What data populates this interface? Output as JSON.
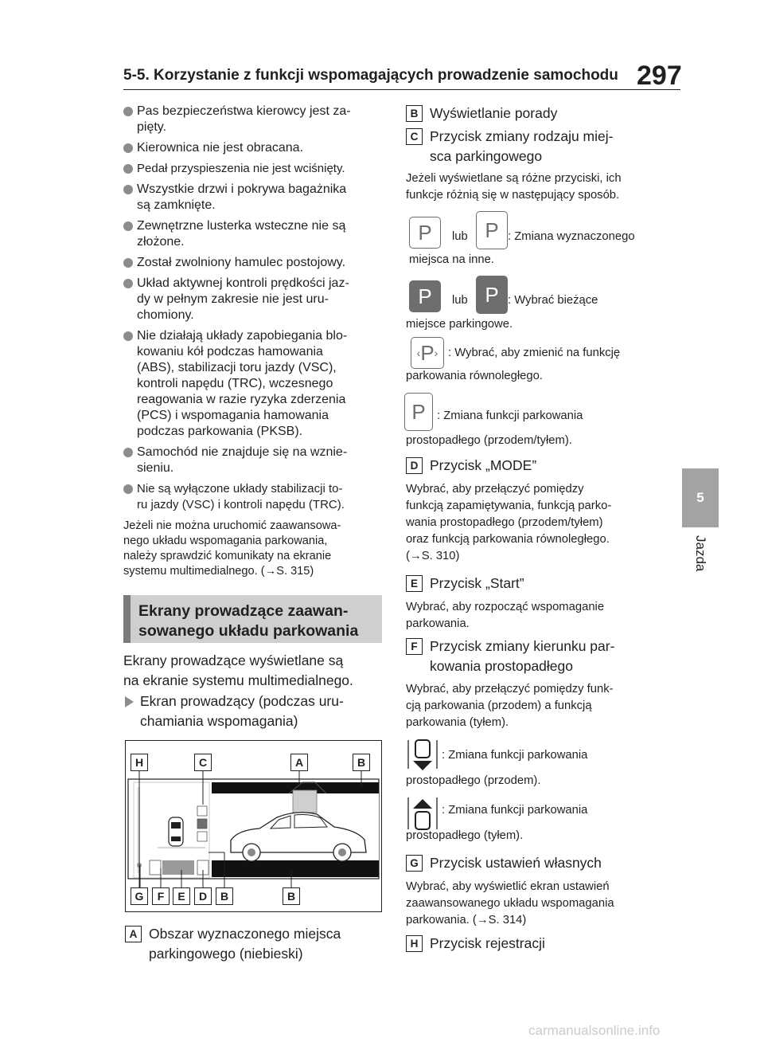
{
  "header": {
    "title": "5-5. Korzystanie z funkcji wspomagających prowadzenie samochodu",
    "page_number": "297"
  },
  "side_tab": {
    "number": "5",
    "label": "Jazda"
  },
  "bullets": [
    {
      "lines": [
        "Pas bezpieczeństwa kierowcy jest za-",
        "pięty."
      ]
    },
    {
      "lines": [
        "Kierownica nie jest obracana."
      ]
    },
    {
      "lines": [
        "Pedał przyspieszenia nie jest wciśnięty."
      ]
    },
    {
      "lines": [
        "Wszystkie drzwi i pokrywa bagażnika",
        "są zamknięte."
      ]
    },
    {
      "lines": [
        "Zewnętrzne lusterka wsteczne nie są",
        "złożone."
      ]
    },
    {
      "lines": [
        "Został zwolniony hamulec postojowy."
      ]
    },
    {
      "lines": [
        "Układ aktywnej kontroli prędkości jaz-",
        "dy w pełnym zakresie nie jest uru-",
        "chomiony."
      ]
    },
    {
      "lines": [
        "Nie działają układy zapobiegania blo-",
        "kowaniu kół podczas hamowania",
        "(ABS), stabilizacji toru jazdy (VSC),",
        "kontroli napędu (TRC), wczesnego",
        "reagowania w razie ryzyka zderzenia",
        "(PCS) i wspomagania hamowania",
        "podczas parkowania (PKSB)."
      ]
    },
    {
      "lines": [
        "Samochód nie znajduje się na wznie-",
        "sieniu."
      ]
    },
    {
      "lines": [
        "Nie są wyłączone układy stabilizacji to-",
        "ru jazdy (VSC) i kontroli napędu (TRC)."
      ]
    }
  ],
  "note": {
    "lines": [
      "Jeżeli nie można uruchomić zaawansowa-",
      "nego układu wspomagania parkowania,",
      "należy sprawdzić komunikaty na ekranie",
      "systemu multimedialnego. (→S. 315)"
    ]
  },
  "section": {
    "heading_lines": [
      "Ekrany prowadzące zaawan-",
      "sowanego układu parkowania"
    ],
    "intro_lines": [
      "Ekrany prowadzące wyświetlane są",
      "na ekranie systemu multimedialnego."
    ],
    "subheading_lines": [
      "Ekran prowadzący (podczas uru-",
      "chamiania wspomagania)"
    ]
  },
  "figure": {
    "top_labels": [
      "H",
      "C",
      "A",
      "B"
    ],
    "bottom_labels": [
      "G",
      "F",
      "E",
      "D",
      "B",
      "B"
    ],
    "p_glyph": "P"
  },
  "items": {
    "A": {
      "letter": "A",
      "title_lines": [
        "Obszar wyznaczonego miejsca",
        "parkingowego (niebieski)"
      ]
    },
    "B": {
      "letter": "B",
      "title_lines": [
        "Wyświetlanie porady"
      ]
    },
    "C": {
      "letter": "C",
      "title_lines": [
        "Przycisk zmiany rodzaju miej-",
        "sca parkingowego"
      ],
      "desc_lines": [
        "Jeżeli wyświetlane są różne przyciski, ich",
        "funkcje różnią się w następujący sposób."
      ],
      "lub": "lub",
      "icon1_text": ": Zmiana wyznaczonego",
      "icon1_cont": "miejsca na inne.",
      "icon2_text": ": Wybrać bieżące",
      "icon2_cont": "miejsce parkingowe.",
      "icon3_text": ": Wybrać, aby zmienić na funkcję",
      "icon3_cont": "parkowania równoległego.",
      "icon4_text": ": Zmiana funkcji parkowania",
      "icon4_cont": "prostopadłego (przodem/tyłem)."
    },
    "D": {
      "letter": "D",
      "title_lines": [
        "Przycisk „MODE”"
      ],
      "desc_lines": [
        "Wybrać, aby przełączyć pomiędzy",
        "funkcją zapamiętywania, funkcją parko-",
        "wania prostopadłego (przodem/tyłem)",
        "oraz funkcją parkowania równoległego.",
        "(→S. 310)"
      ]
    },
    "E": {
      "letter": "E",
      "title_lines": [
        "Przycisk „Start”"
      ],
      "desc_lines": [
        "Wybrać, aby rozpocząć wspomaganie",
        "parkowania."
      ]
    },
    "F": {
      "letter": "F",
      "title_lines": [
        "Przycisk zmiany kierunku par-",
        "kowania prostopadłego"
      ],
      "desc_lines": [
        "Wybrać, aby przełączyć pomiędzy funk-",
        "cją parkowania (przodem) a funkcją",
        "parkowania (tyłem)."
      ],
      "icon1_text": ": Zmiana funkcji parkowania",
      "icon1_cont": "prostopadłego (przodem).",
      "icon2_text": ": Zmiana funkcji parkowania",
      "icon2_cont": "prostopadłego (tyłem)."
    },
    "G": {
      "letter": "G",
      "title_lines": [
        "Przycisk ustawień własnych"
      ],
      "desc_lines": [
        "Wybrać, aby wyświetlić ekran ustawień",
        "zaawansowanego układu wspomagania",
        "parkowania. (→S. 314)"
      ]
    },
    "H": {
      "letter": "H",
      "title_lines": [
        "Przycisk rejestracji"
      ]
    }
  },
  "watermark": "carmanualsonline.info"
}
